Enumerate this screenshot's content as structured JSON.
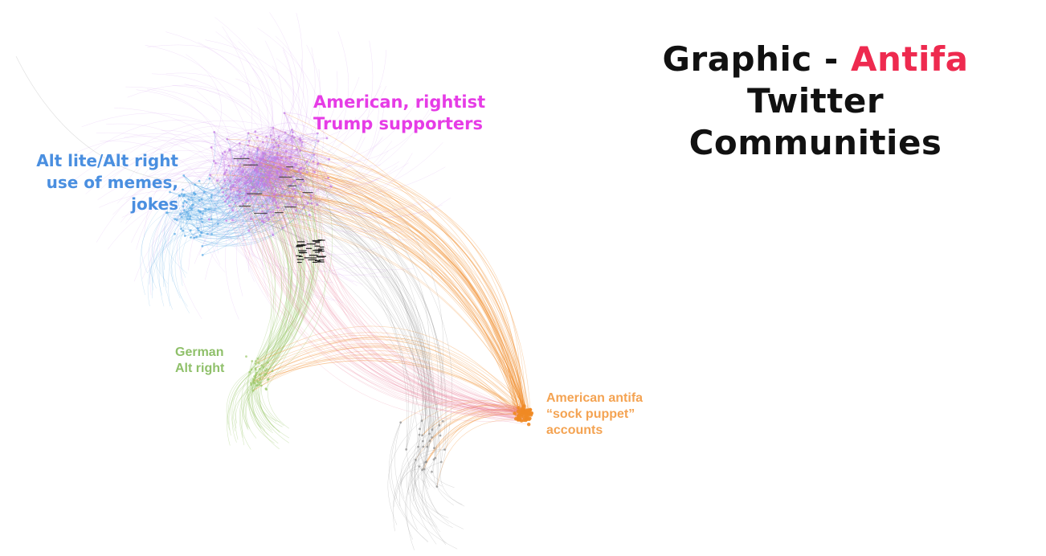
{
  "title": {
    "line1_prefix": "Graphic - ",
    "line1_highlight": "Antifa",
    "line1_suffix": " Twitter",
    "line2": "Communities",
    "accent_color": "#ee2a4f"
  },
  "communities": [
    {
      "id": "trump",
      "lines": [
        "American, rightist",
        "Trump supporters"
      ],
      "color": "#e63ce6"
    },
    {
      "id": "altlite",
      "lines": [
        "Alt lite/Alt right",
        "use of memes,",
        "jokes"
      ],
      "color": "#4a8fe0"
    },
    {
      "id": "german",
      "lines": [
        "German",
        "Alt right"
      ],
      "color": "#8fc06a"
    },
    {
      "id": "antifa",
      "lines": [
        "American antifa",
        "“sock puppet”",
        "accounts"
      ],
      "color": "#f4a352"
    }
  ]
}
